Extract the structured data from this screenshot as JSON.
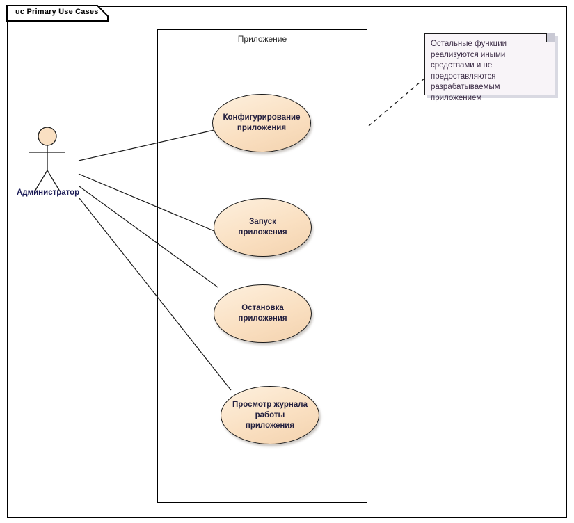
{
  "frame": {
    "label": "uc Primary Use Cases"
  },
  "system_boundary": {
    "title": "Приложение"
  },
  "actor": {
    "name": "Администратор",
    "icon": "stick-figure-actor-icon"
  },
  "use_cases": [
    {
      "id": "configure",
      "label": "Конфигурирование\nприложения"
    },
    {
      "id": "start",
      "label": "Запуск приложения"
    },
    {
      "id": "stop",
      "label": "Остановка\nприложения"
    },
    {
      "id": "view-log",
      "label": "Просмотр журнала\nработы приложения"
    }
  ],
  "note": {
    "text": "Остальные функции реализуются иными средствами и не предоставляются разрабатываемым приложением"
  },
  "colors": {
    "usecase_fill": "#fae0c2",
    "usecase_fill_light": "#fdf0de",
    "usecase_border": "#1a1a1a",
    "actor_head_fill": "#fae0c2",
    "note_fill": "#f8f4f8",
    "note_fold": "#c9c9d4",
    "note_text": "#3c2c46",
    "label_text": "#1a1a55",
    "line": "#1a1a1a",
    "background": "#ffffff"
  },
  "connectors": {
    "associations": 4,
    "note_anchor": "dashed"
  }
}
